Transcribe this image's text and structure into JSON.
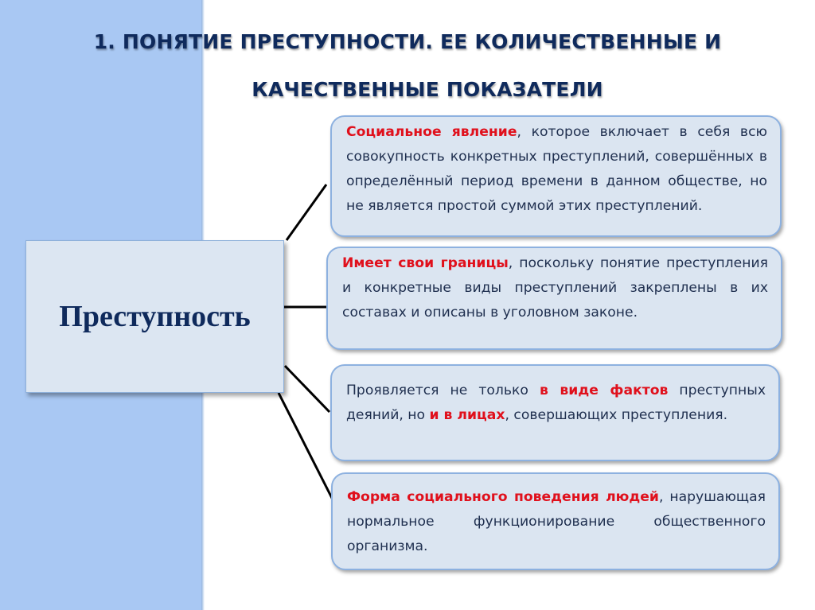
{
  "slide": {
    "title_line1": "1. ПОНЯТИЕ ПРЕСТУПНОСТИ. ЕЕ КОЛИЧЕСТВЕННЫЕ И",
    "title_line2": "КАЧЕСТВЕННЫЕ ПОКАЗАТЕЛИ",
    "colors": {
      "left_band": "#a9c8f3",
      "title": "#0f2a5c",
      "highlight": "#e0101c",
      "card_bg": "#dbe5f1",
      "card_border": "#8db1e0"
    }
  },
  "diagram": {
    "central_node": "Преступность",
    "cards": [
      {
        "pre": "",
        "highlight": "Социальное явление",
        "post": ", которое включает в себя всю совокупность конкретных преступлений, совершённых в определённый период времени в данном обществе, но не является простой суммой этих преступлений."
      },
      {
        "pre": "",
        "highlight": "Имеет свои границы",
        "post": ", поскольку понятие преступления и конкретные виды преступлений закреплены в их составах и описаны в уголовном законе."
      },
      {
        "pre": "Проявляется не только ",
        "highlight": "в виде фактов",
        "mid": " преступных деяний, но ",
        "highlight2": "и в лицах",
        "post": ", совершающих преступления."
      },
      {
        "pre": "",
        "highlight": "Форма социального поведения людей",
        "post": ", нарушающая нормальное функционирование общественного организма."
      }
    ]
  }
}
